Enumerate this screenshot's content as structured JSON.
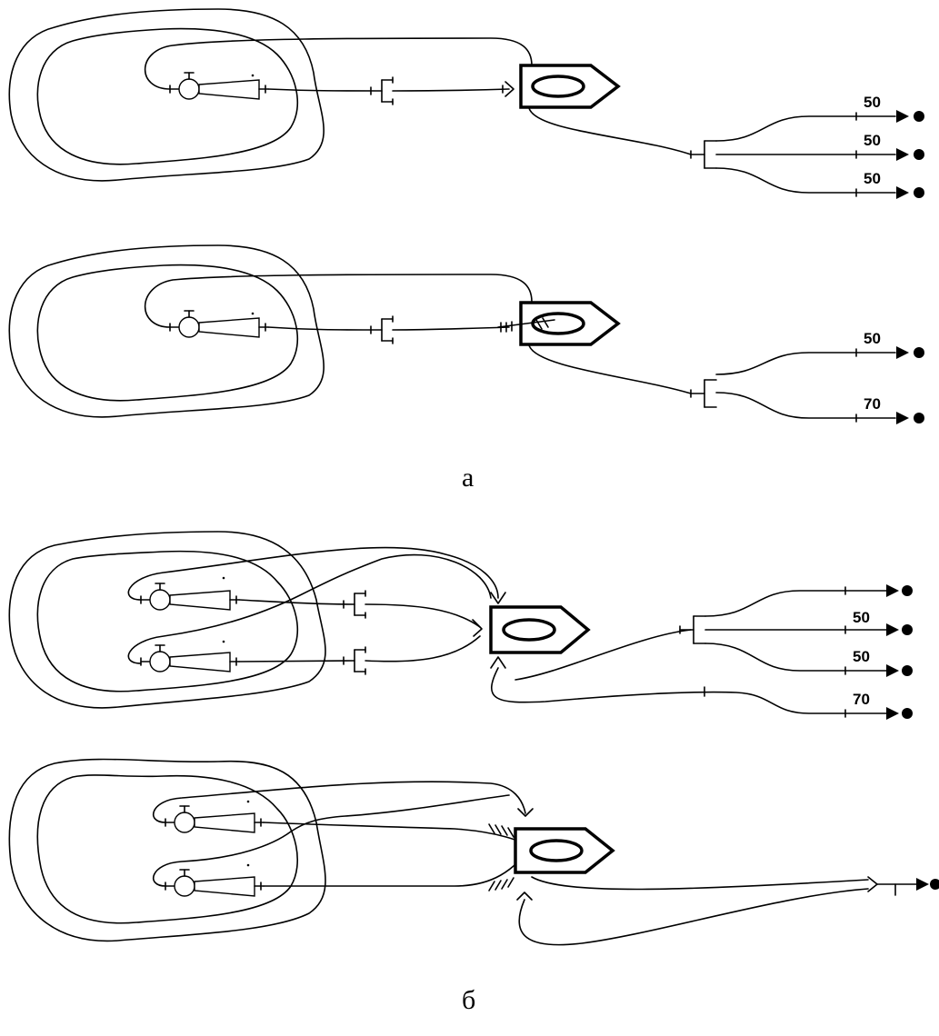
{
  "captions": {
    "a": "а",
    "b": "б"
  },
  "diagram_a1": {
    "outlet_labels": [
      "50",
      "50",
      "50"
    ]
  },
  "diagram_a2": {
    "outlet_labels": [
      "50",
      "70"
    ]
  },
  "diagram_b1": {
    "outlet_labels": [
      "50",
      "50",
      "70"
    ]
  },
  "diagram_b2": {
    "outlet_labels": []
  }
}
